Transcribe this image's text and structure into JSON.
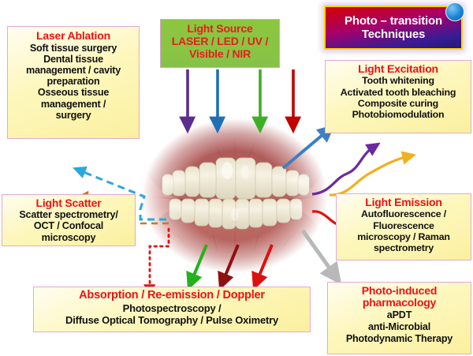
{
  "title_box": {
    "line1": "Photo – transition",
    "line2": "Techniques",
    "border_color": "#ffd400",
    "text_color": "#ffffff"
  },
  "light_source": {
    "heading": "Light Source",
    "lines": [
      "LASER / LED / UV /",
      "Visible / NIR"
    ],
    "fill_color": "#8dc63f",
    "text_color": "#e81c1c"
  },
  "laser_ablation": {
    "heading": "Laser Ablation",
    "lines": [
      "Soft tissue surgery",
      "Dental tissue",
      "management  /  cavity",
      "preparation",
      "Osseous tissue",
      "management  /",
      "surgery"
    ]
  },
  "light_excitation": {
    "heading": "Light Excitation",
    "lines": [
      "Tooth whitening",
      "Activated tooth bleaching",
      "Composite curing",
      "Photobiomodulation"
    ]
  },
  "light_scatter": {
    "heading": "Light Scatter",
    "lines": [
      "Scatter spectrometry/",
      "OCT / Confocal",
      "microscopy"
    ]
  },
  "light_emission": {
    "heading": "Light Emission",
    "lines": [
      "Autofluorescence  /",
      "Fluorescence",
      "microscopy  /  Raman",
      "spectrometry"
    ]
  },
  "absorption": {
    "heading": "Absorption  /  Re-emission  /  Doppler",
    "lines": [
      "Photospectroscopy  /",
      "Diffuse Optical Tomography / Pulse Oximetry"
    ]
  },
  "photo_pharmacology": {
    "heading_line1": "Photo-induced",
    "heading_line2": "pharmacology",
    "lines": [
      "aPDT",
      "anti-Microbial",
      "Photodynamic  Therapy"
    ]
  },
  "center_image": {
    "alt": "close-up photograph of upper and lower front teeth with gums"
  },
  "arrow_colors": {
    "source_purple": "#5b2d8e",
    "source_blue": "#1f6fb2",
    "source_green": "#3fae28",
    "source_red": "#c00000",
    "excitation_blue": "#3d7fc1",
    "emission_red": "#e01010",
    "scatter_blue_dashed": "#29a8e0",
    "scatter_orange_dashed": "#d2751a",
    "scatter_red_dotted": "#e81010",
    "absorb_green": "#22b21b",
    "absorb_darkred": "#8f1010",
    "absorb_red": "#dd1111",
    "pharm_gray": "#b8b8b8",
    "wave_purple": "#6a2b9c",
    "wave_yellow": "#f2b01e"
  },
  "card_style": {
    "border_color": "#e3a8d0",
    "fill_top": "#fffdf0",
    "fill_bottom": "#fbf09f",
    "heading_color": "#ee1111",
    "body_color": "#111111"
  }
}
